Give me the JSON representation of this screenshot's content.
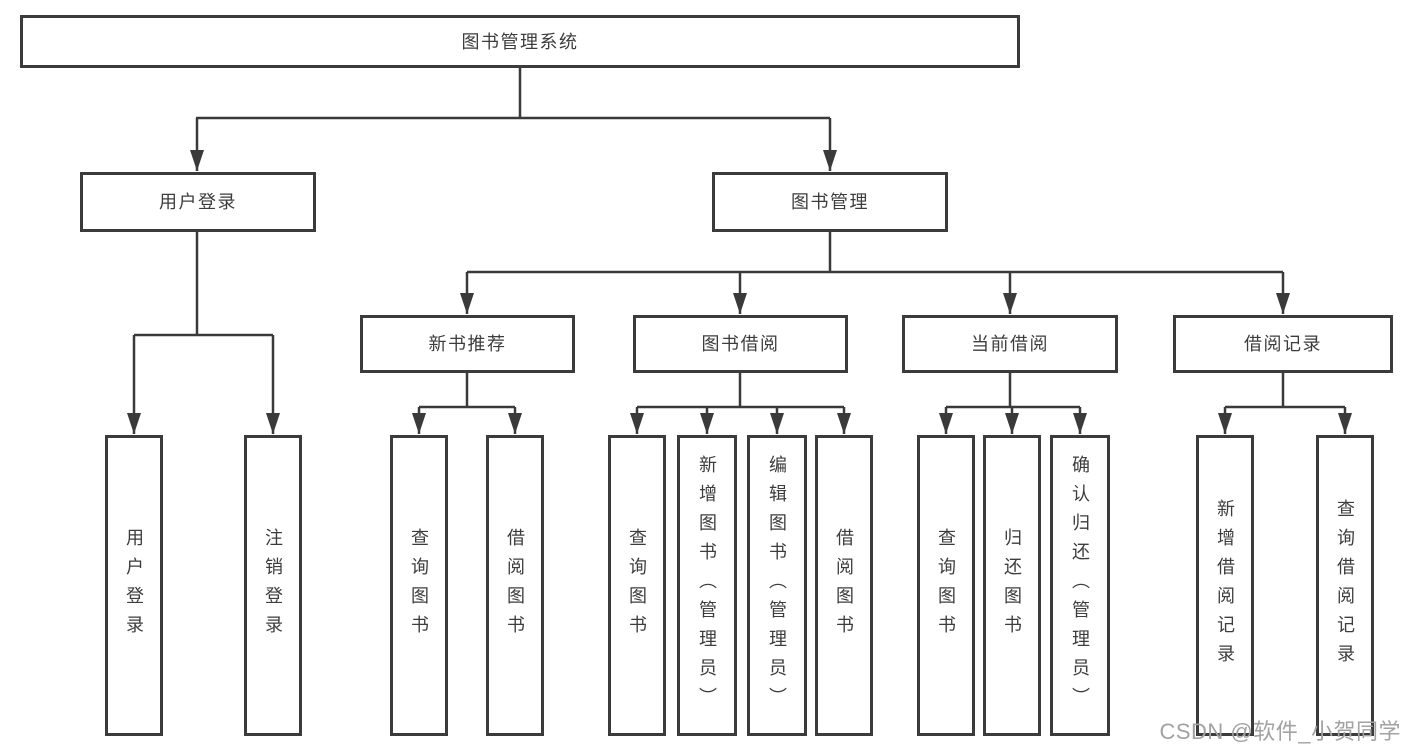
{
  "diagram_title": "图书管理系统",
  "tree": {
    "label": "图书管理系统",
    "children": [
      {
        "label": "用户登录",
        "children": [
          {
            "label": "用户登录"
          },
          {
            "label": "注销登录"
          }
        ]
      },
      {
        "label": "图书管理",
        "children": [
          {
            "label": "新书推荐",
            "children": [
              {
                "label": "查询图书"
              },
              {
                "label": "借阅图书"
              }
            ]
          },
          {
            "label": "图书借阅",
            "children": [
              {
                "label": "查询图书"
              },
              {
                "label": "新增图书（管理员）"
              },
              {
                "label": "编辑图书（管理员）"
              },
              {
                "label": "借阅图书"
              }
            ]
          },
          {
            "label": "当前借阅",
            "children": [
              {
                "label": "查询图书"
              },
              {
                "label": "归还图书"
              },
              {
                "label": "确认归还（管理员）"
              }
            ]
          },
          {
            "label": "借阅记录",
            "children": [
              {
                "label": "新增借阅记录"
              },
              {
                "label": "查询借阅记录"
              }
            ]
          }
        ]
      }
    ]
  },
  "watermark": {
    "text": "CSDN @软件_小贺同学"
  },
  "colors": {
    "line": "#3a3a3a",
    "box_border": "#3b3b3b",
    "text": "#3d3d3d",
    "background": "#ffffff",
    "watermark_text": "#a2a2a2"
  }
}
